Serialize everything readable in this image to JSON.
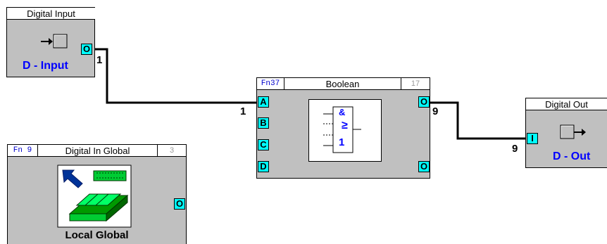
{
  "digital_input": {
    "title": "Digital Input",
    "label": "D - Input",
    "port": "O",
    "wire_label": "1"
  },
  "digital_in_global": {
    "fn": "Fn 9",
    "title": "Digital In Global",
    "num": "3",
    "label": "Local Global",
    "port": "O"
  },
  "boolean": {
    "fn": "Fn37",
    "title": "Boolean",
    "num": "17",
    "inputs": [
      "A",
      "B",
      "C",
      "D"
    ],
    "outputs": [
      "O",
      "O"
    ],
    "wire_in_label": "1",
    "wire_out_label": "9",
    "symbol": {
      "top": "&",
      "mid": "≥",
      "bottom": "1"
    }
  },
  "digital_out": {
    "title": "Digital Out",
    "label": "D - Out",
    "port": "I",
    "wire_label": "9"
  }
}
